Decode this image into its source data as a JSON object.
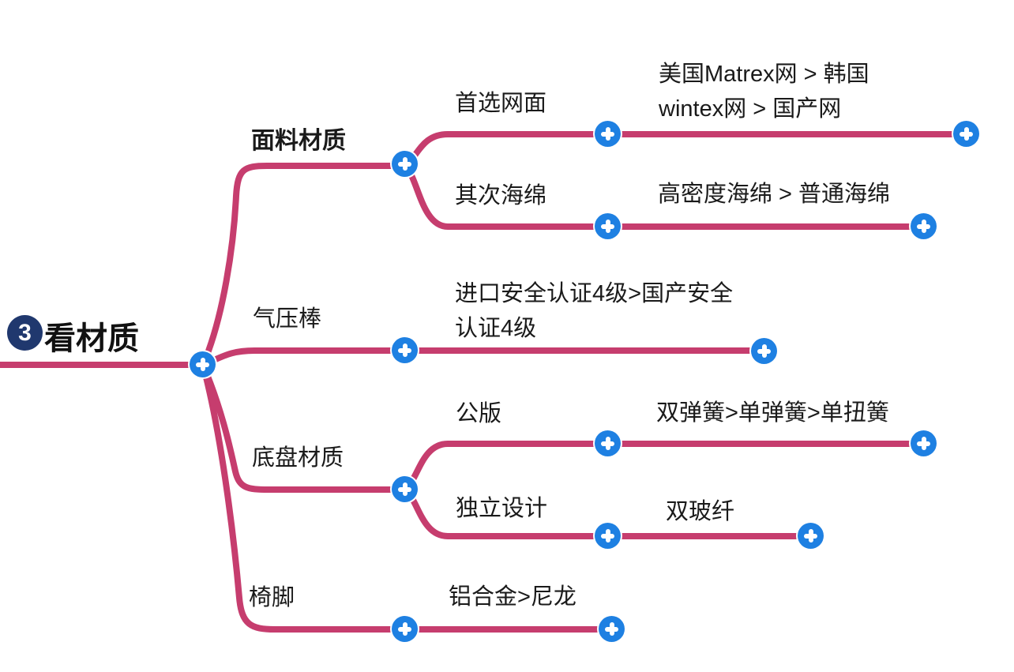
{
  "colors": {
    "branch_line": "#c63d6e",
    "expand_button_fill": "#1e80e2",
    "root_badge_fill": "#20386e",
    "text": "#1a1a1a",
    "background": "#ffffff"
  },
  "root": {
    "badge": "3",
    "label": "看材质"
  },
  "nodes": {
    "fabric": {
      "label": "面料材质"
    },
    "mesh": {
      "label": "首选网面"
    },
    "mesh_rank": {
      "lines": [
        "美国Matrex网 > 韩国",
        "wintex网 > 国产网"
      ]
    },
    "sponge": {
      "label": "其次海绵"
    },
    "sponge_rank": {
      "label": "高密度海绵 > 普通海绵"
    },
    "gas_lift": {
      "label": "气压棒"
    },
    "gas_rank": {
      "lines": [
        "进口安全认证4级>国产安全",
        "认证4级"
      ]
    },
    "chassis": {
      "label": "底盘材质"
    },
    "public_version": {
      "label": "公版"
    },
    "public_rank": {
      "label": "双弹簧>单弹簧>单扭簧"
    },
    "independent": {
      "label": "独立设计"
    },
    "independent_rank": {
      "label": "双玻纤"
    },
    "legs": {
      "label": "椅脚"
    },
    "legs_rank": {
      "label": "铝合金>尼龙"
    }
  }
}
